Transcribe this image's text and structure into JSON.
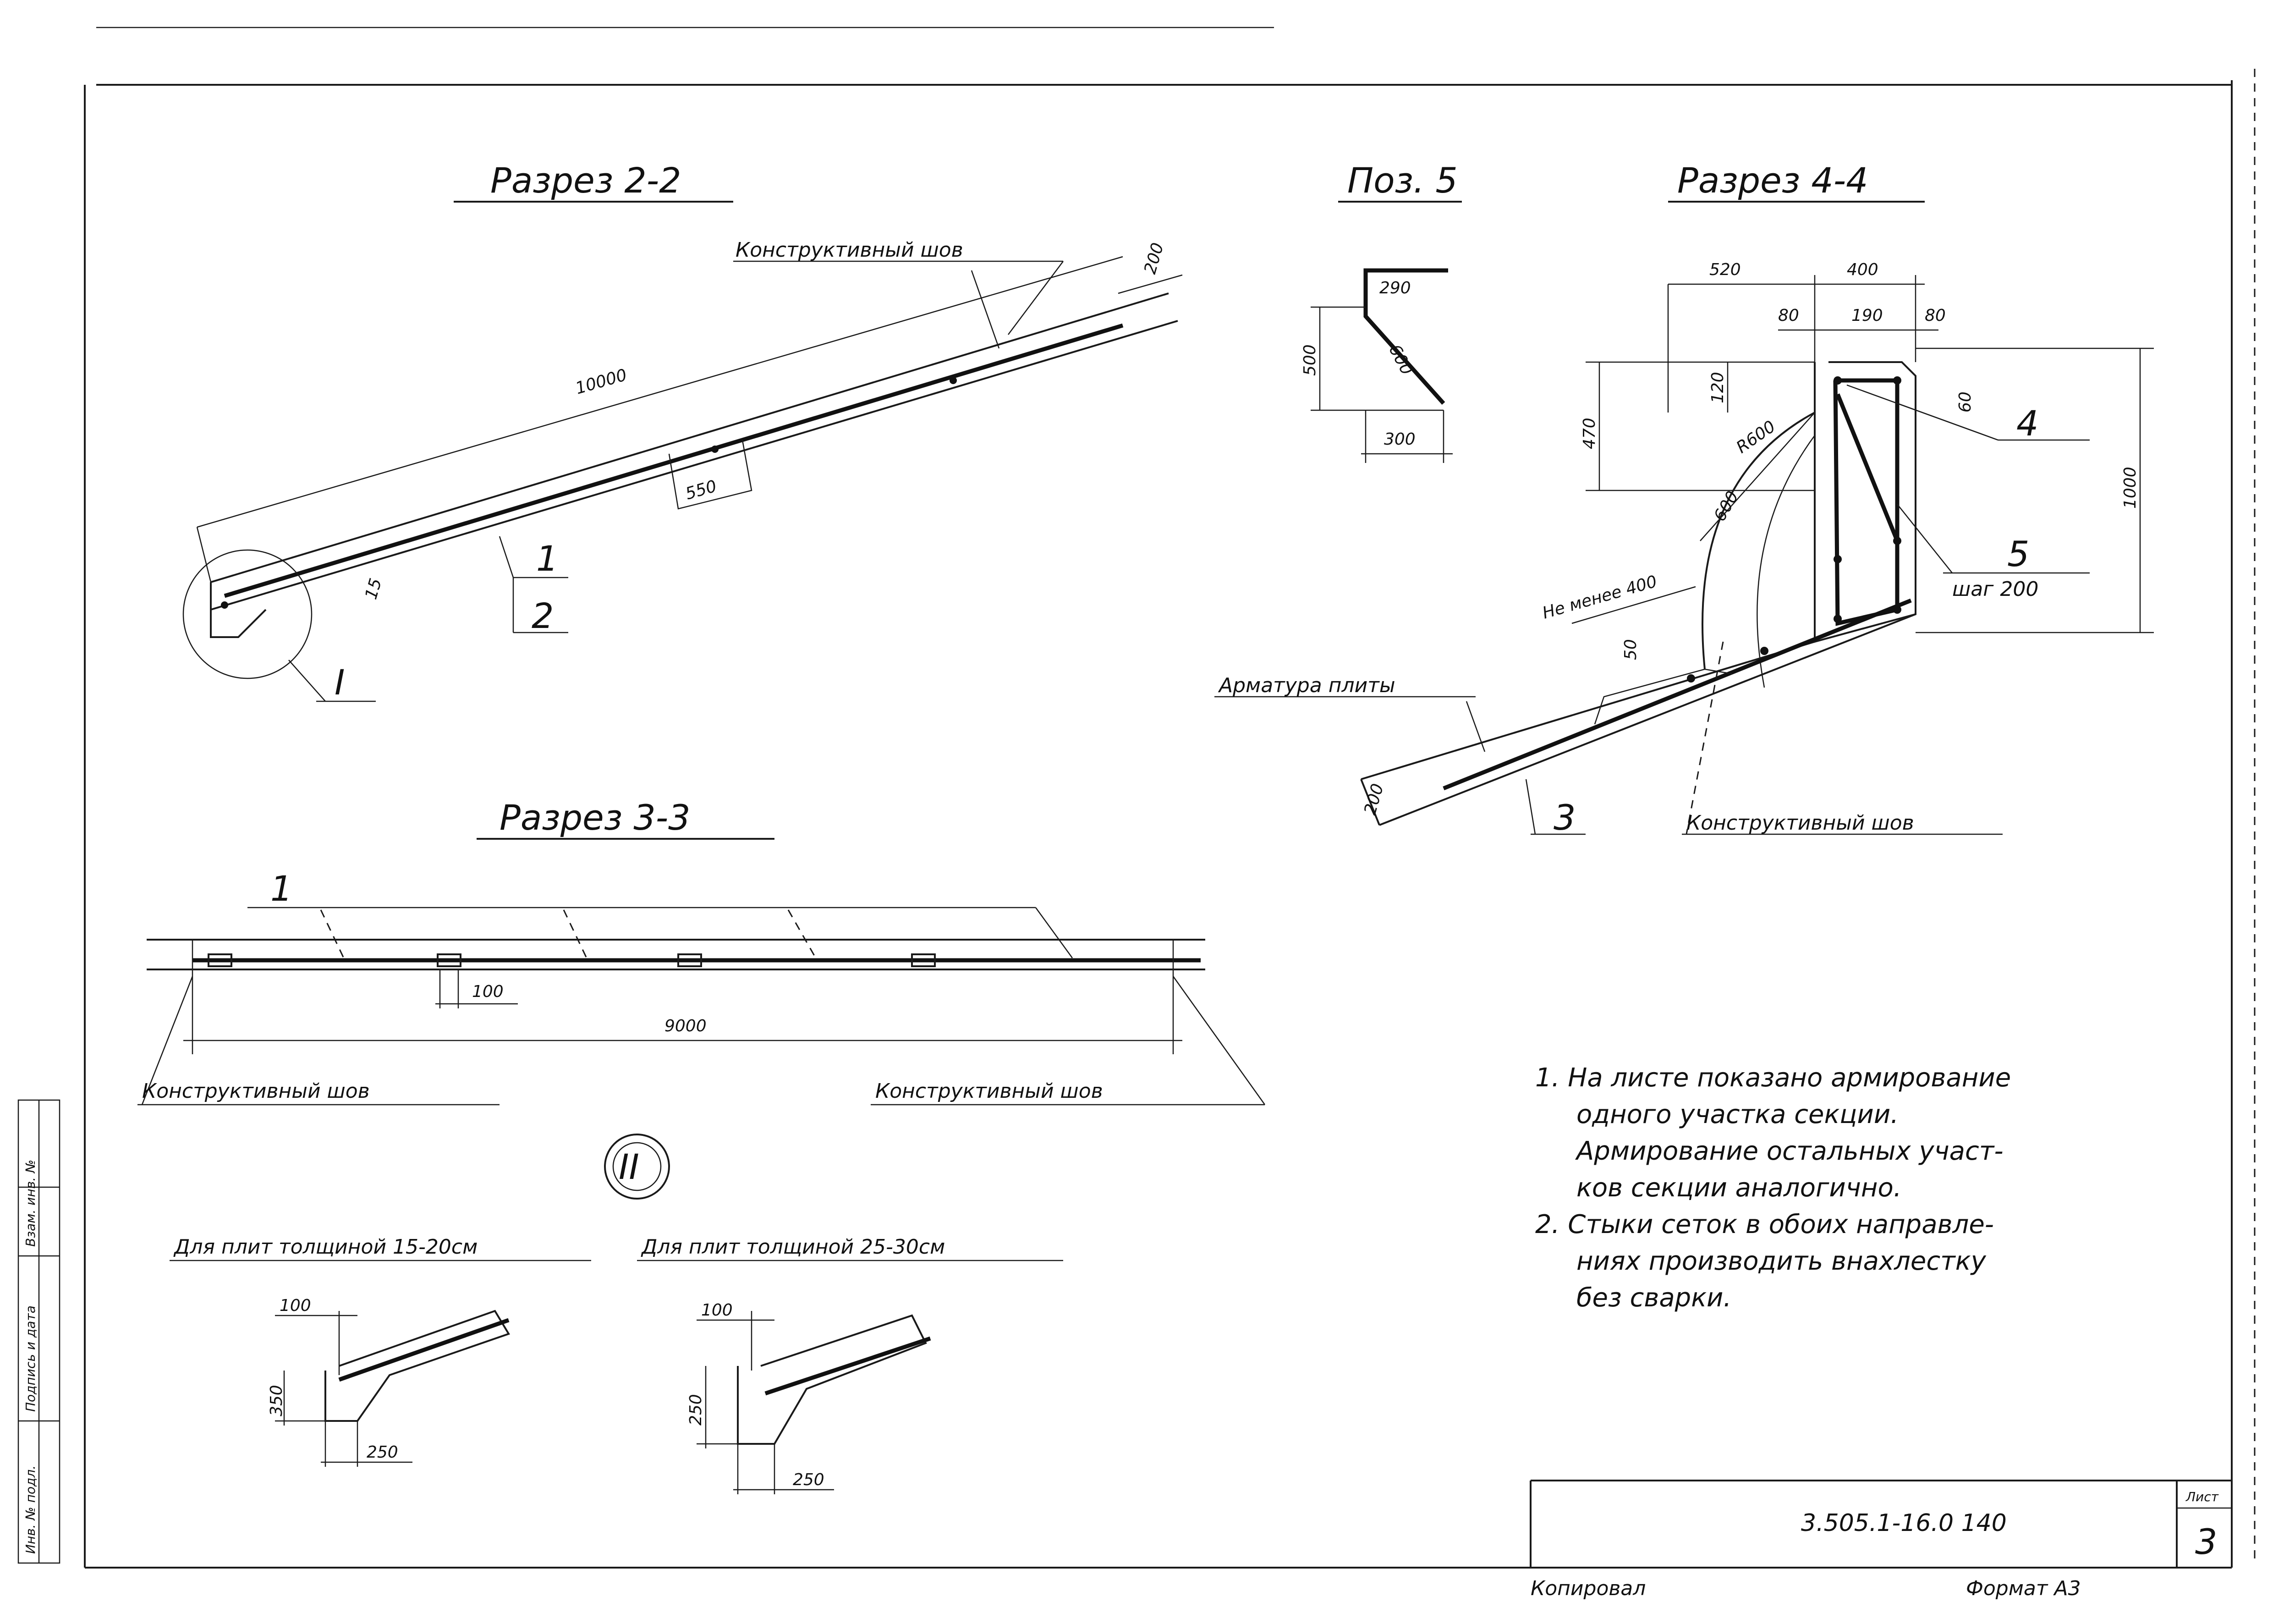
{
  "sections": {
    "s22": {
      "title": "Разрез 2-2",
      "leader_label": "Конструктивный шов",
      "dims": {
        "length": "10000",
        "thickness": "200",
        "spacing": "550",
        "offset": "15"
      },
      "callouts": {
        "pos1": "1",
        "pos2": "2",
        "detail": "I"
      }
    },
    "s33": {
      "title": "Разрез 3-3",
      "pos1": "1",
      "spacing": "100",
      "length": "9000",
      "left_label": "Конструктивный шов",
      "right_label": "Конструктивный шов"
    },
    "poz5": {
      "title": "Поз. 5",
      "dims": {
        "top": "290",
        "height": "500",
        "diag": "600",
        "bottom": "300"
      }
    },
    "s44": {
      "title": "Разрез 4-4",
      "dims": {
        "w1": "520",
        "w2": "400",
        "a": "80",
        "b": "190",
        "c": "80",
        "h1": "120",
        "h2": "470",
        "h3": "1000",
        "r": "R600",
        "r2": "600",
        "min": "Не менее 400",
        "s50": "50",
        "s60": "60",
        "slab": "200"
      },
      "pos4": "4",
      "pos5": "5",
      "step": "шаг 200",
      "pos3": "3",
      "slab_label": "Арматура плиты",
      "joint_label": "Конструктивный шов"
    }
  },
  "detail2": {
    "marker": "II",
    "left": {
      "caption": "Для плит толщиной 15-20см",
      "top": "100",
      "height": "350",
      "bottom": "250"
    },
    "right": {
      "caption": "Для плит толщиной 25-30см",
      "top": "100",
      "height": "250",
      "bottom": "250"
    }
  },
  "notes": [
    "1. На листе показано армирование",
    "одного участка секции.",
    "Армирование остальных участ-",
    "ков секции аналогично.",
    "2. Стыки сеток в обоих направле-",
    "ниях производить внахлестку",
    "без сварки."
  ],
  "stamp": {
    "code": "3.505.1-16.0 140",
    "sheet_label": "Лист",
    "sheet": "3",
    "copied": "Копировал",
    "format": "Формат А3"
  },
  "side_labels": [
    "Инв. № подл.",
    "Подпись и дата",
    "Взам. инв. №"
  ]
}
